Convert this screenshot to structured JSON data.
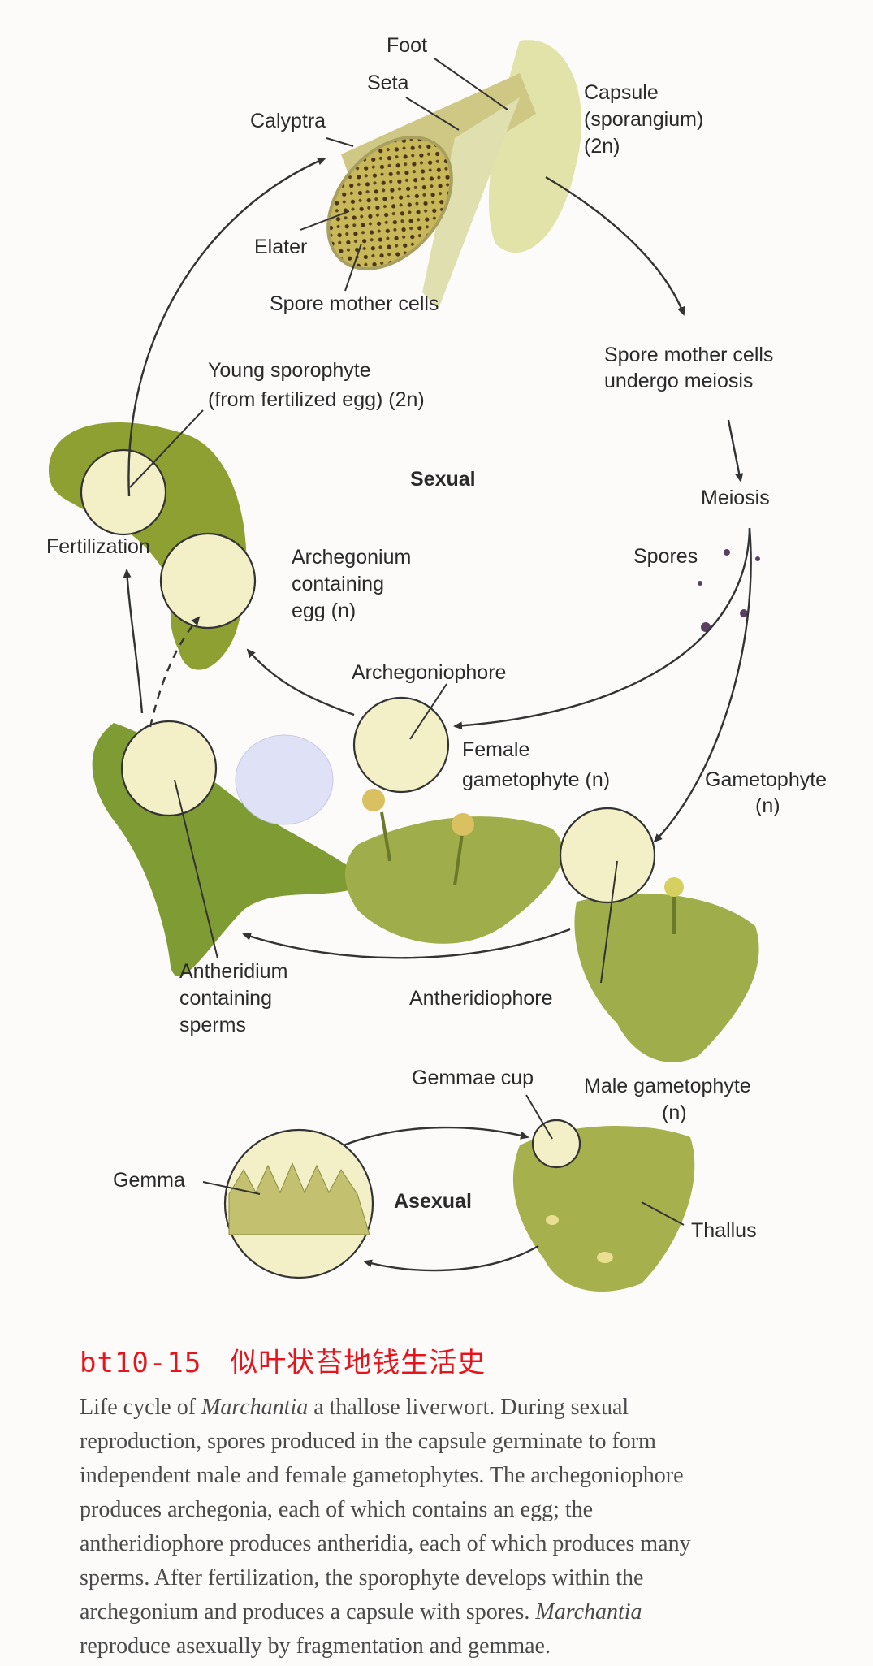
{
  "labels": {
    "foot": "Foot",
    "seta": "Seta",
    "calyptra": "Calyptra",
    "capsule": [
      "Capsule",
      "(sporangium)",
      "(2n)"
    ],
    "elater": "Elater",
    "spore_mother_cells": "Spore mother cells",
    "meiosis_note": [
      "Spore mother cells",
      "undergo meiosis"
    ],
    "young_sporophyte": [
      "Young sporophyte",
      "(from fertilized egg) (2n)"
    ],
    "sexual": "Sexual",
    "meiosis": "Meiosis",
    "fertilization": "Fertilization",
    "archegonium": [
      "Archegonium",
      "containing",
      "egg (n)"
    ],
    "spores": "Spores",
    "archegoniophore": "Archegoniophore",
    "female_gametophyte": [
      "Female",
      "gametophyte  (n)"
    ],
    "gametophyte": [
      "Gametophyte",
      "(n)"
    ],
    "antheridium": [
      "Antheridium",
      "containing",
      "sperms"
    ],
    "antheridiophore": "Antheridiophore",
    "gemmae_cup": "Gemmae cup",
    "male_gametophyte": [
      "Male gametophyte",
      "(n)"
    ],
    "gemma": "Gemma",
    "asexual": "Asexual",
    "thallus": "Thallus"
  },
  "caption": {
    "title": "bt10-15　似叶状苔地钱生活史",
    "lines": [
      [
        "Life cycle of ",
        "Marchantia",
        " a thallose liverwort. During sexual"
      ],
      [
        "reproduction, spores produced in the capsule germinate to form"
      ],
      [
        "independent male and female gametophytes. The archegoniophore"
      ],
      [
        "produces archegonia, each of which contains an egg; the"
      ],
      [
        "antheridiophore produces antheridia, each of which produces many"
      ],
      [
        "sperms. After fertilization, the sporophyte develops within the"
      ],
      [
        "archegonium and produces a capsule with spores. ",
        "Marchantia"
      ],
      [
        "reproduce asexually by fragmentation and gemmae."
      ]
    ]
  },
  "colors": {
    "thallus": "#8fa032",
    "capsule": "#c9c46a",
    "caption_title": "#e8141c"
  }
}
